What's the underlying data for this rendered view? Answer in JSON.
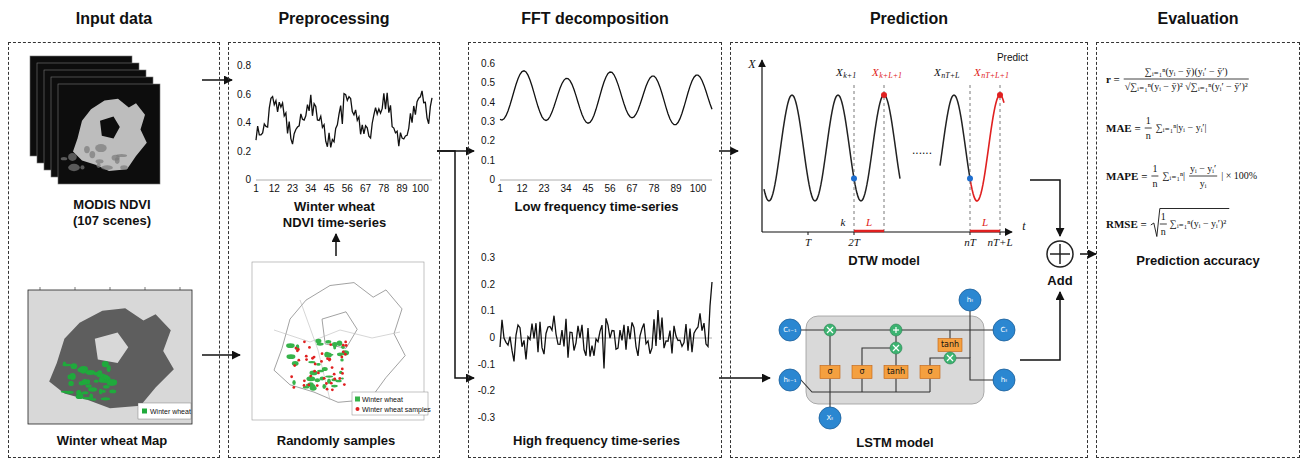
{
  "diagram": {
    "nodes": [
      {
        "text": [
          "Input data"
        ]
      },
      {
        "text": [
          "MODIS NDVI (107 scenes)"
        ],
        "in": 0
      },
      {
        "text": [
          "Winter wheat Map"
        ],
        "in": 0
      },
      {
        "text": [
          "Preprocessing"
        ]
      },
      {
        "text": [
          "Winter wheat NDVI time-series"
        ],
        "in": 3
      },
      {
        "text": [
          "Randomly samples"
        ],
        "in": 3
      },
      {
        "text": [
          "FFT decomposition"
        ]
      },
      {
        "text": [
          "Low frequency time-series"
        ],
        "in": 6
      },
      {
        "text": [
          "High frequency time-series"
        ],
        "in": 6
      },
      {
        "text": [
          "Prediction"
        ]
      },
      {
        "text": [
          "DTW model"
        ],
        "in": 9
      },
      {
        "text": [
          "LSTM model"
        ],
        "in": 9
      },
      {
        "text": [
          "Add"
        ],
        "in": 9
      },
      {
        "text": [
          "Evaluation"
        ]
      },
      {
        "text": [
          "Prediction accuracy"
        ],
        "in": 13
      }
    ],
    "edges": [
      {
        "from": 1,
        "to": 4,
        "arrow": "to"
      },
      {
        "from": 2,
        "to": 5,
        "arrow": "to"
      },
      {
        "from": 5,
        "to": 4,
        "arrow": "to"
      },
      {
        "from": 4,
        "to": 7,
        "arrow": "to"
      },
      {
        "from": 4,
        "to": 8,
        "arrow": "to"
      },
      {
        "from": 7,
        "to": 10,
        "arrow": "to"
      },
      {
        "from": 8,
        "to": 11,
        "arrow": "to"
      },
      {
        "from": 10,
        "to": 12,
        "arrow": "to"
      },
      {
        "from": 11,
        "to": 12,
        "arrow": "to"
      },
      {
        "from": 12,
        "to": 13,
        "arrow": "to"
      }
    ],
    "labels": [
      "Winter wheat",
      "Winter wheat",
      "Winter wheat samples",
      "0.8",
      "0.6",
      "0.4",
      "0.2",
      "0",
      "1",
      "12",
      "23",
      "34",
      "45",
      "56",
      "67",
      "78",
      "89",
      "100",
      "0.6",
      "0.5",
      "0.4",
      "0.3",
      "0.2",
      "0.1",
      "0",
      "1",
      "12",
      "23",
      "34",
      "45",
      "56",
      "67",
      "78",
      "89",
      "100",
      "0.3",
      "0.2",
      "0.1",
      "0",
      "-0.1",
      "-0.2",
      "-0.3",
      "X",
      "t",
      "Predict",
      "X",
      "k+1",
      "X",
      "k+L+1",
      "X",
      "nT+L",
      "X",
      "nT+L+1",
      "L",
      "L",
      "......",
      "T",
      "2T",
      "k",
      "nT",
      "nT+L",
      "Cₜ₋₁",
      "hₜ₋₁",
      "Xₜ",
      "hₜ",
      "Cₜ",
      "hₜ",
      "σ",
      "σ",
      "tanh",
      "σ",
      "tanh",
      "r =",
      "∑ᵢ₌₁ⁿ(yᵢ − ȳ)(yᵢ′ − ȳ′)",
      "√∑ᵢ₌₁ⁿ(yᵢ − ȳ)² √∑ᵢ₌₁ⁿ(yᵢ′ − ȳ′)²",
      "MAE =",
      "1",
      "n",
      "∑ᵢ₌₁ⁿ|yᵢ − yᵢ′|",
      "MAPE =",
      "1",
      "n",
      "∑ᵢ₌₁ⁿ|",
      "yᵢ − yᵢ′",
      "yᵢ",
      "| × 100%",
      "RMSE =",
      "1",
      "n",
      "∑ᵢ₌₁ⁿ(yᵢ − yᵢ′)²"
    ]
  }
}
